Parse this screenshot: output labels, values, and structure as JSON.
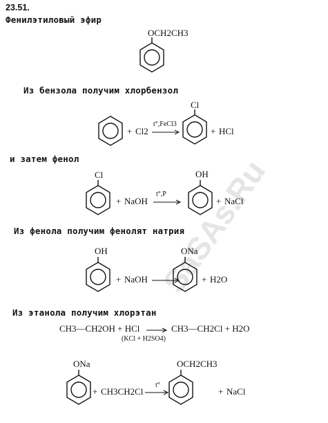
{
  "problem_number": "23.51.",
  "title": "Фенилэтиловый эфир",
  "product_label": "OCH2CH3",
  "step1_text": "Из бензола получим хлорбензол",
  "step1": {
    "plus1": "+",
    "reagent": "Cl2",
    "conditions": "t°,FeCl3",
    "product_sub": "Cl",
    "plus2": "+",
    "byproduct": "HCl"
  },
  "step2_text": "и затем фенол",
  "step2": {
    "reactant_sub": "Cl",
    "plus1": "+",
    "reagent": "NaOH",
    "conditions": "t°,P",
    "product_sub": "OH",
    "plus2": "+",
    "byproduct": "NaCl"
  },
  "step3_text": "Из фенола получим фенолят натрия",
  "step3": {
    "reactant_sub": "OH",
    "plus1": "+",
    "reagent": "NaOH",
    "product_sub": "ONa",
    "plus2": "+",
    "byproduct": "H2O"
  },
  "step4_text": "Из этанола получим хлорэтан",
  "step4": {
    "equation_left": "CH3—CH2OH + HCl",
    "equation_right": "CH3—CH2Cl + H2O",
    "conditions": "(KCl + H2SO4)"
  },
  "step5": {
    "reactant_sub": "ONa",
    "plus1": "+",
    "reagent": "CH3CH2Cl",
    "conditions": "t°",
    "product_sub": "OCH2CH3",
    "plus2": "+",
    "byproduct": "NaCl"
  },
  "watermark": "SaSAs.Ru"
}
